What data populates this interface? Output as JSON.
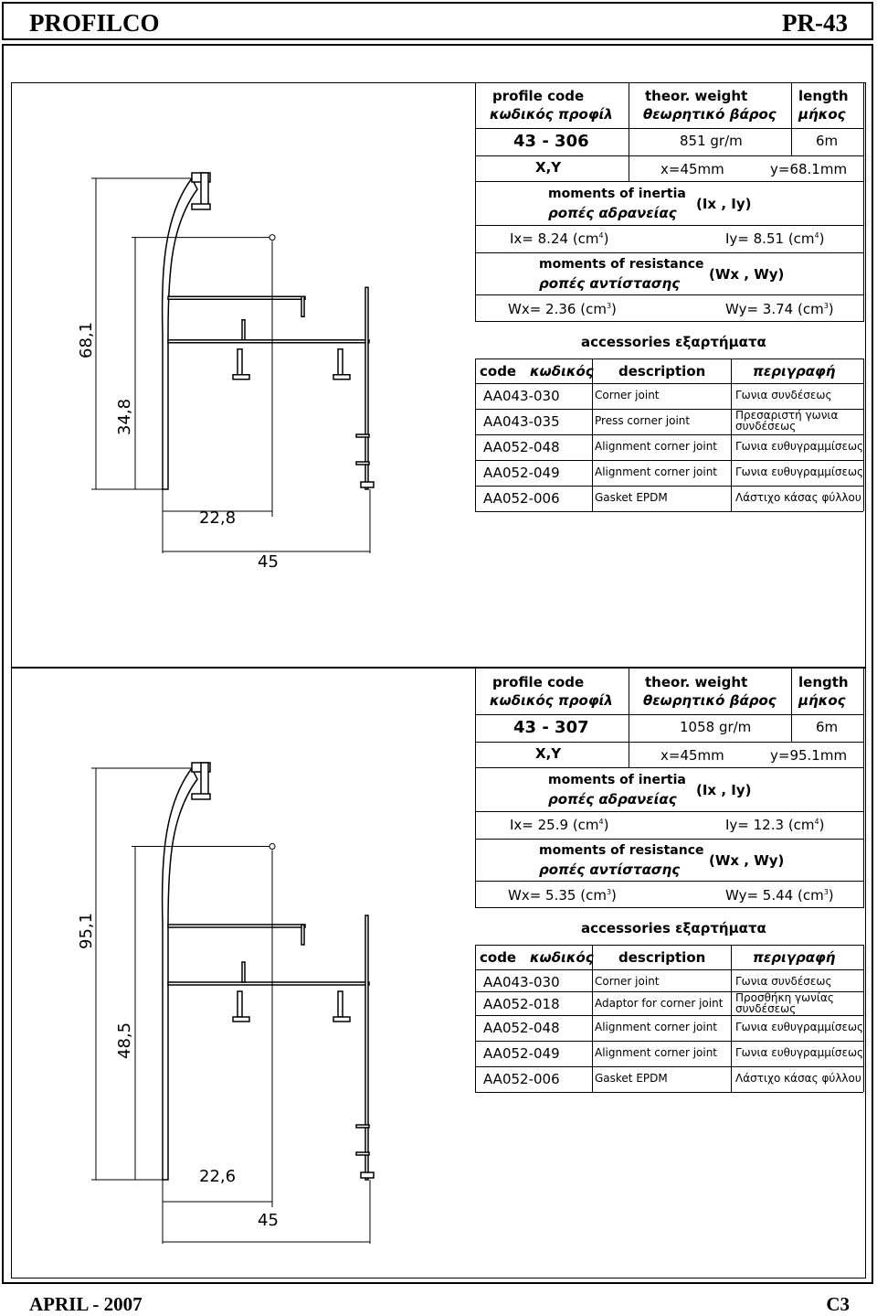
{
  "header": {
    "brand": "PROFILCO",
    "code": "PR-43"
  },
  "footer": {
    "date": "APRIL - 2007",
    "page": "C3"
  },
  "sections": [
    {
      "labels": {
        "profile_en": "profile   code",
        "profile_gr": "κωδικός   προφίλ",
        "weight_en": "theor. weight",
        "weight_gr": "θεωρητικό βάρος",
        "length_en": "length",
        "length_gr": "μήκος",
        "xy": "X,Y",
        "inertia_en": "moments of inertia",
        "inertia_gr": "ροπές αδρανείας",
        "ixy": "(Ix , Iy)",
        "resist_en": "moments of resistance",
        "resist_gr": "ροπές αντίστασης",
        "wxy": "(Wx , Wy)",
        "acc": "accessories εξαρτήματα",
        "col_code": "code",
        "col_code_gr": "κωδικός",
        "col_desc": "description",
        "col_desc_gr": "περιγραφή"
      },
      "code": "43 - 306",
      "weight": "851 gr/m",
      "length": "6m",
      "x": "x=45mm",
      "y": "y=68.1mm",
      "ix": "Ix= 8.24",
      "iy": "Iy= 8.51",
      "wx": "Wx= 2.36",
      "wy": "Wy= 3.74",
      "unit_i": "(cm",
      "exp_i": "4",
      "unit_w": "(cm",
      "exp_w": "3",
      "accessories": [
        {
          "code": "AA043-030",
          "desc": "Corner joint",
          "desc_gr": "Γωνια συνδέσεως"
        },
        {
          "code": "AA043-035",
          "desc": "Press corner joint",
          "desc_gr": "Πρεσαριστή γωνια συνδέσεως"
        },
        {
          "code": "AA052-048",
          "desc": "Alignment corner joint",
          "desc_gr": "Γωνια ευθυγραμμίσεως"
        },
        {
          "code": "AA052-049",
          "desc": "Alignment corner joint",
          "desc_gr": "Γωνια ευθυγραμμίσεως"
        },
        {
          "code": "AA052-006",
          "desc": "Gasket EPDM",
          "desc_gr": "Λάστιχο κάσας φύλλου"
        }
      ],
      "dims": {
        "height": "68,1",
        "mid": "34,8",
        "axis": "22,8",
        "width": "45"
      }
    },
    {
      "labels": {
        "profile_en": "profile   code",
        "profile_gr": "κωδικός   προφίλ",
        "weight_en": "theor. weight",
        "weight_gr": "θεωρητικό βάρος",
        "length_en": "length",
        "length_gr": "μήκος",
        "xy": "X,Y",
        "inertia_en": "moments of inertia",
        "inertia_gr": "ροπές αδρανείας",
        "ixy": "(Ix , Iy)",
        "resist_en": "moments of resistance",
        "resist_gr": "ροπές αντίστασης",
        "wxy": "(Wx , Wy)",
        "acc": "accessories εξαρτήματα",
        "col_code": "code",
        "col_code_gr": "κωδικός",
        "col_desc": "description",
        "col_desc_gr": "περιγραφή"
      },
      "code": "43 - 307",
      "weight": "1058 gr/m",
      "length": "6m",
      "x": "x=45mm",
      "y": "y=95.1mm",
      "ix": "Ix= 25.9",
      "iy": "Iy= 12.3",
      "wx": "Wx= 5.35",
      "wy": "Wy= 5.44",
      "unit_i": "(cm",
      "exp_i": "4",
      "unit_w": "(cm",
      "exp_w": "3",
      "accessories": [
        {
          "code": "AA043-030",
          "desc": "Corner joint",
          "desc_gr": "Γωνια συνδέσεως"
        },
        {
          "code": "AA052-018",
          "desc": "Adaptor for corner joint",
          "desc_gr": "Προσθήκη γωνίας συνδέσεως"
        },
        {
          "code": "AA052-048",
          "desc": "Alignment corner joint",
          "desc_gr": "Γωνια ευθυγραμμίσεως"
        },
        {
          "code": "AA052-049",
          "desc": "Alignment corner joint",
          "desc_gr": "Γωνια ευθυγραμμίσεως"
        },
        {
          "code": "AA052-006",
          "desc": "Gasket EPDM",
          "desc_gr": "Λάστιχο κάσας φύλλου"
        }
      ],
      "dims": {
        "height": "95,1",
        "mid": "48,5",
        "axis": "22,6",
        "width": "45"
      }
    }
  ]
}
